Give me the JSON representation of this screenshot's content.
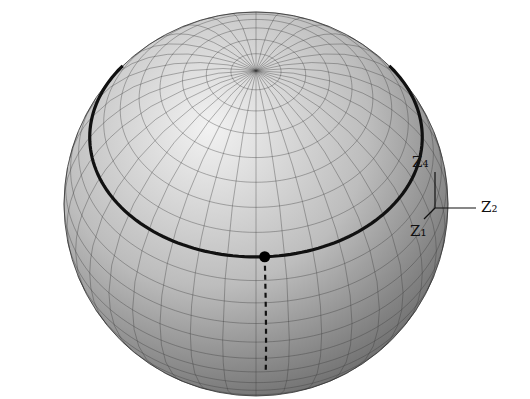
{
  "diagram": {
    "labels": [
      "Z₄",
      "Z₂",
      "Z₁"
    ]
  }
}
